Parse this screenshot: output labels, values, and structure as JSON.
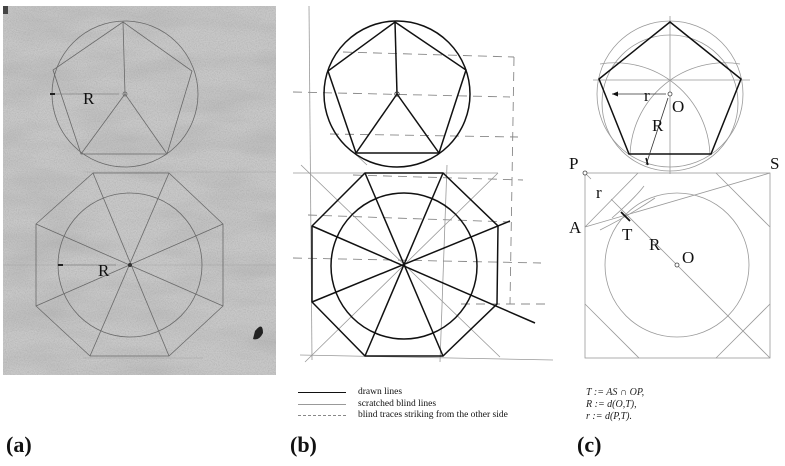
{
  "figure": {
    "panels": [
      {
        "id": "a",
        "label": "(a)",
        "type": "photograph",
        "description": "Scratched construction of pentagon and octagon on a stone/plaster surface",
        "annotations": [
          "R",
          "R"
        ]
      },
      {
        "id": "b",
        "label": "(b)",
        "type": "line-drawing",
        "description": "Redrawn construction of pentagon inscribed in circle and octagon around circle"
      },
      {
        "id": "c",
        "label": "(c)",
        "type": "geometric-construction",
        "description": "Pentagon construction and square-based construction of T, R and r"
      }
    ],
    "panel_a": {
      "r_label_top": "R",
      "r_label_bottom": "R"
    },
    "panel_c": {
      "points": {
        "P": "P",
        "S": "S",
        "A": "A",
        "T": "T",
        "O_top": "O",
        "O_bottom": "O"
      },
      "labels": {
        "r_top": "r",
        "R_top": "R",
        "r_bottom": "r",
        "R_bottom": "R"
      }
    },
    "legend": {
      "items": [
        {
          "style": "solid-thick",
          "label": "drawn lines"
        },
        {
          "style": "solid-thin",
          "label": "scratched blind lines"
        },
        {
          "style": "dashed",
          "label": "blind traces striking from the other side"
        }
      ]
    },
    "formulas": [
      "T := AS ∩ OP,",
      "R := d(O,T),",
      "r := d(P,T)."
    ],
    "colors": {
      "drawn": "#111111",
      "scratched": "#999999",
      "blind": "#8a8a8a",
      "photo_bg": "#c9c9c9"
    }
  }
}
